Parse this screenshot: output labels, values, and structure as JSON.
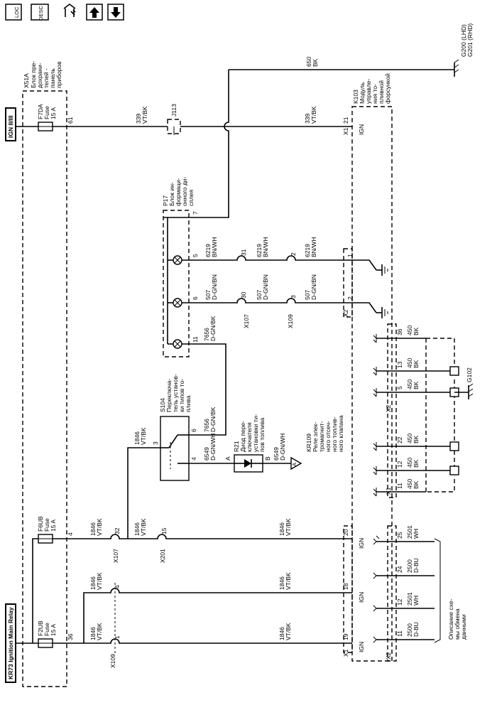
{
  "toolbar": {
    "loc_label": "LOC",
    "desc_label": "DESC",
    "icon_home": "home-wrench-icon",
    "icon_up": "arrow-up-icon",
    "icon_down": "arrow-down-icon"
  },
  "power_sources": {
    "ign": "IGN II/III",
    "relay": "KR73 Ignition Main Relay"
  },
  "fuse_block": {
    "id": "X51A",
    "name_lines": [
      "Блок пре-",
      "дохрани-",
      "телей -",
      "панель",
      "приборов"
    ]
  },
  "fuses": [
    {
      "name": "F7DA",
      "type": "Fuse",
      "rating": "15 A",
      "pin": "61"
    },
    {
      "name": "F6UB",
      "type": "Fuse",
      "rating": "15 A",
      "pin": "4"
    },
    {
      "name": "F2UB",
      "type": "Fuse",
      "rating": "15 A",
      "pin": "36"
    }
  ],
  "ground_top": {
    "wire_num": "650",
    "color": "BK",
    "ground_lines": [
      "G200 (LHD)",
      "G201 (RHD)"
    ]
  },
  "splice_top": {
    "id": "J113"
  },
  "feed_wire": {
    "num": "339",
    "color": "VT/BK"
  },
  "module": {
    "id": "K103",
    "name_lines": [
      "Модуль",
      "управле-",
      "ния то-",
      "пливной",
      "форсункой"
    ],
    "pin_21": "21",
    "pin_21_label": "IGN",
    "x1": "X1",
    "x2": "X2"
  },
  "display": {
    "id": "P17",
    "name_lines": [
      "Блок ин-",
      "формаци-",
      "онного ди-",
      "сплея"
    ],
    "pins": [
      "7",
      "5",
      "6",
      "11"
    ]
  },
  "lamp_wires": [
    {
      "num": "6219",
      "color": "BN/WH",
      "x107": "31",
      "x109": "2",
      "mod_pin": "1"
    },
    {
      "num": "507",
      "color": "D-GN/BN",
      "x107": "30",
      "x109": "3",
      "mod_pin": "2"
    },
    {
      "num": "7656",
      "color": "D-GN/BK"
    }
  ],
  "connectors": {
    "x107": "X107",
    "x109": "X109",
    "x201": "X201"
  },
  "switch": {
    "id": "S104",
    "name_lines": [
      "Переключа-",
      "тель установ-",
      "ки типов то-",
      "плива"
    ],
    "pins": [
      "3",
      "6",
      "4"
    ]
  },
  "diode": {
    "id": "R21",
    "name_lines": [
      "Диод пере-",
      "ключателя",
      "установки ти-",
      "пов топлива"
    ],
    "pin_a": "A",
    "pin_b": "B"
  },
  "wire_6549": {
    "num": "6549",
    "color": "D-GN/WH"
  },
  "relay_ref": {
    "id": "KR109",
    "marker": "A",
    "name_lines": [
      "Реле элек-",
      "тромагнит-",
      "ного отсеч-",
      "ного топлив-",
      "ного клапана"
    ]
  },
  "ign_wire": {
    "num": "1846",
    "color": "VT/BK"
  },
  "ign_pins": {
    "x107": "32",
    "x201": "15",
    "x109_1": "1",
    "x109_4": "4",
    "mod_20": "20",
    "mod_18": "18",
    "mod_19": "19",
    "ign": "IGN"
  },
  "grounds": [
    {
      "pin": "36",
      "num": "450",
      "color": "BK"
    },
    {
      "pin": "13",
      "num": "450",
      "color": "BK"
    },
    {
      "pin": "5",
      "num": "450",
      "color": "BK"
    },
    {
      "pin": "22",
      "num": "450",
      "color": "BK"
    },
    {
      "pin": "12",
      "num": "450",
      "color": "BK"
    },
    {
      "pin": "11",
      "num": "450",
      "color": "BK"
    }
  ],
  "ground_g102": "G102",
  "data_wires": [
    {
      "pin": "25",
      "num": "2501",
      "color": "WH"
    },
    {
      "pin": "24",
      "num": "2500",
      "color": "D-BU"
    },
    {
      "pin": "12",
      "num": "2501",
      "color": "WH"
    },
    {
      "pin": "11",
      "num": "2500",
      "color": "D-BU"
    }
  ],
  "data_desc_lines": [
    "Описание схе-",
    "мы обмена",
    "данными"
  ]
}
